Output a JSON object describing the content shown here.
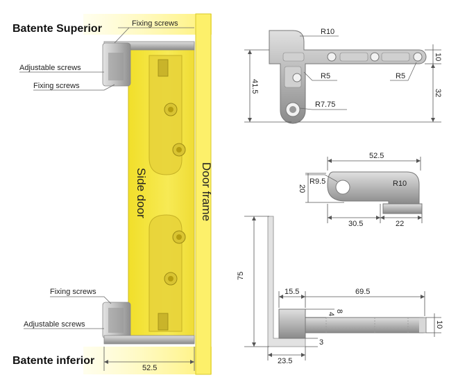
{
  "titles": {
    "top": "Batente Superior",
    "bottom": "Batente inferior"
  },
  "left_labels": {
    "fixing_screws_top": "Fixing screws",
    "adjustable_screws_top": "Adjustable screws",
    "fixing_screws_mid": "Fixing screws",
    "fixing_screws_bottom": "Fixing screws",
    "adjustable_screws_bottom": "Adjustable screws",
    "side_door": "Side door",
    "door_frame": "Door frame",
    "width_dim": "52.5"
  },
  "top_right": {
    "r10": "R10",
    "r5_left": "R5",
    "r5_right": "R5",
    "r775": "R7.75",
    "d415": "41.5",
    "d10": "10",
    "d32": "32"
  },
  "mid_right": {
    "d525": "52.5",
    "r95": "R9.5",
    "r10": "R10",
    "d20": "20",
    "d305": "30.5",
    "d22": "22"
  },
  "bottom_right": {
    "d75": "75",
    "d155": "15.5",
    "d695": "69.5",
    "d8": "8",
    "d4": "4",
    "d10": "10",
    "d3": "3",
    "d235": "23.5"
  },
  "colors": {
    "door_yellow": "#f6e84a",
    "frame_yellow": "#fff176",
    "metal": "#b8b8b8",
    "metal_dark": "#8c8c8c"
  }
}
